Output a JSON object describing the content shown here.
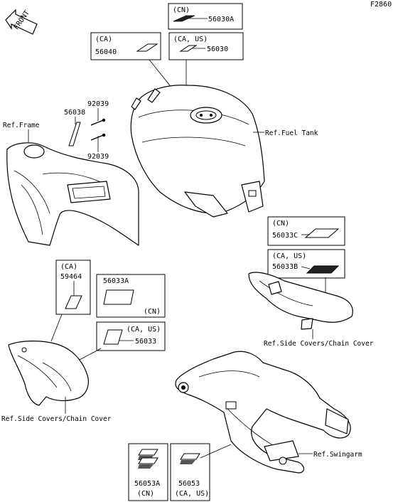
{
  "diagram_id": "F2860",
  "front_arrow_label": "FRONT",
  "references": {
    "frame": "Ref.Frame",
    "fuel_tank": "Ref.Fuel Tank",
    "side_covers_right": "Ref.Side Covers/Chain Cover",
    "side_covers_left": "Ref.Side Covers/Chain Cover",
    "swingarm": "Ref.Swingarm"
  },
  "parts": {
    "p56030A": {
      "region": "(CN)",
      "number": "56030A"
    },
    "p56040": {
      "region": "(CA)",
      "number": "56040"
    },
    "p56030": {
      "region": "(CA, US)",
      "number": "56030"
    },
    "p92039_top": {
      "number": "92039"
    },
    "p56038": {
      "number": "56038"
    },
    "p92039_bottom": {
      "number": "92039"
    },
    "p56033C": {
      "region": "(CN)",
      "number": "56033C"
    },
    "p56033B": {
      "region": "(CA, US)",
      "number": "56033B"
    },
    "p59464": {
      "region": "(CA)",
      "number": "59464"
    },
    "p56033A": {
      "region": "(CN)",
      "number": "56033A"
    },
    "p56033": {
      "region": "(CA, US)",
      "number": "56033"
    },
    "p56053A": {
      "region": "(CN)",
      "number": "56053A"
    },
    "p56053": {
      "region": "(CA, US)",
      "number": "56053"
    }
  }
}
